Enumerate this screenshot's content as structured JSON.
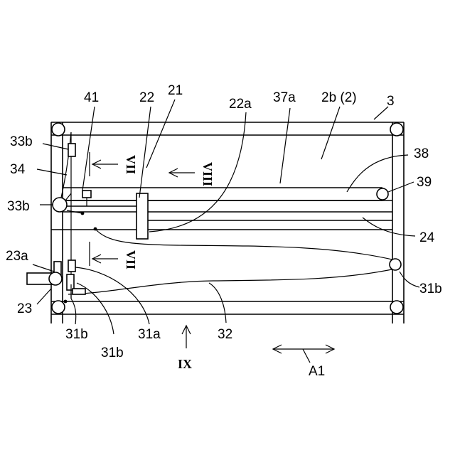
{
  "labels": {
    "l41": "41",
    "l22": "22",
    "l21": "21",
    "l22a": "22a",
    "l37a": "37a",
    "l2b": "2b (2)",
    "l3": "3",
    "l33b_top": "33b",
    "l34": "34",
    "l33b_mid": "33b",
    "l38": "38",
    "l39": "39",
    "l24": "24",
    "l23a": "23a",
    "l23": "23",
    "l31b_right": "31b",
    "l31b_left": "31b",
    "l31b_mid": "31b",
    "l31a": "31a",
    "l32": "32",
    "lA1": "A1"
  },
  "roman": {
    "vii_top": "VII",
    "viii": "VIII",
    "vii_bottom": "VII",
    "ix": "IX"
  }
}
